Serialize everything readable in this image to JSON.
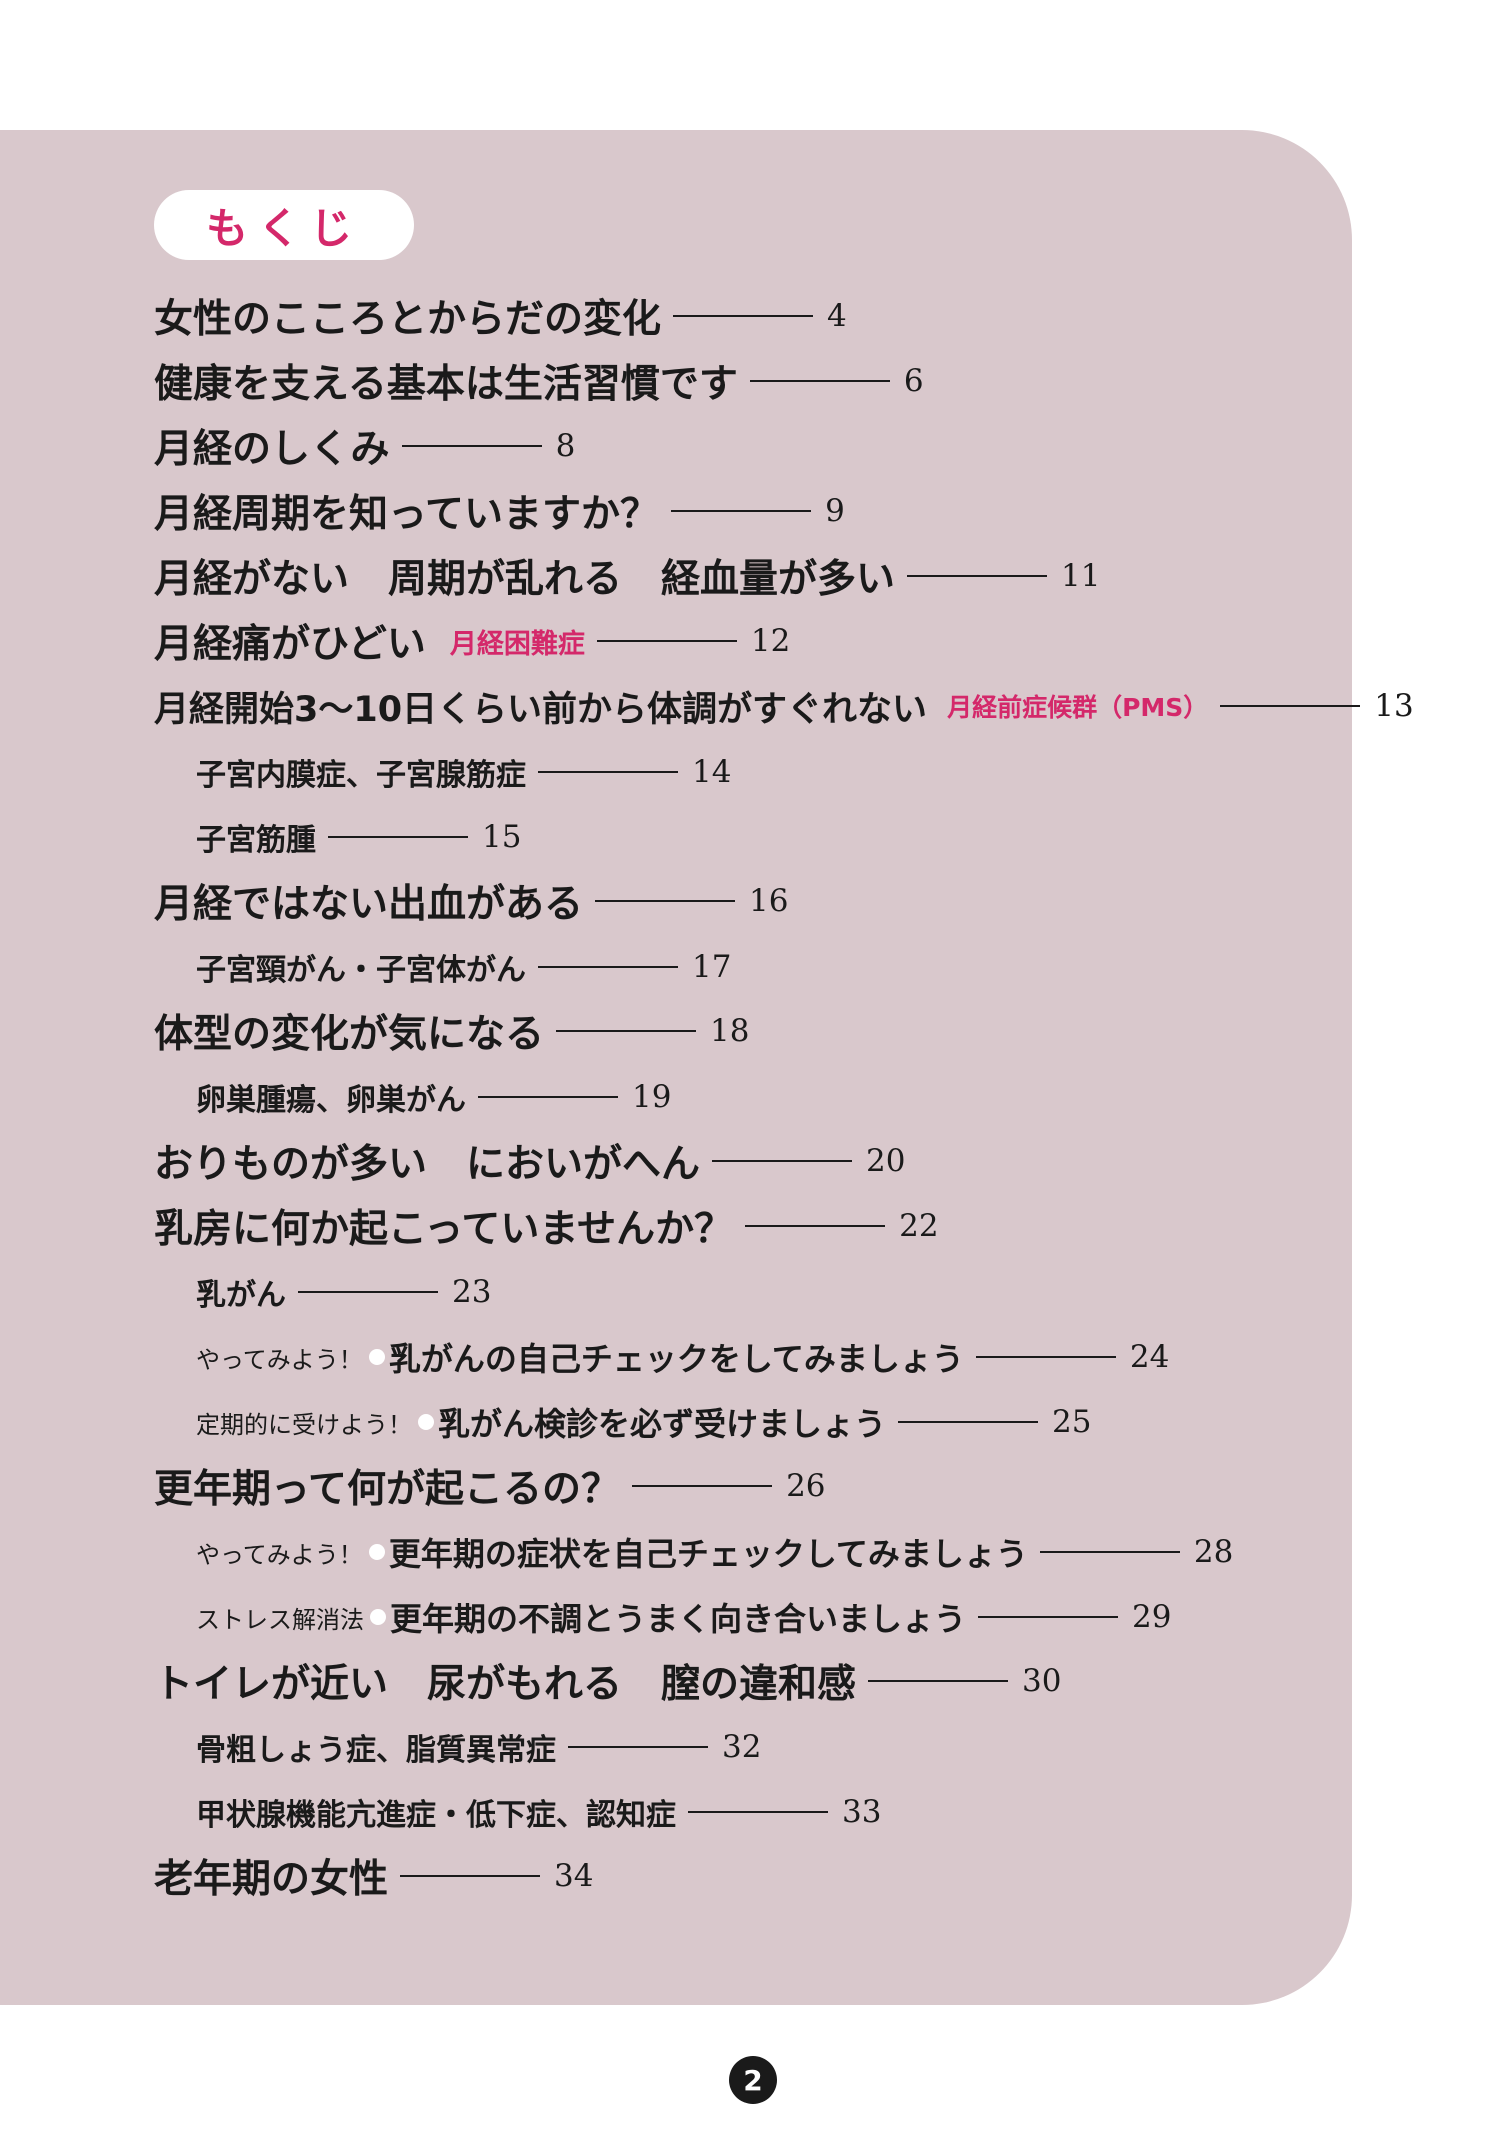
{
  "toc": {
    "title": "もくじ",
    "entries": [
      {
        "text": "女性のこころとからだの変化",
        "page": "4"
      },
      {
        "text": "健康を支える基本は生活習慣です",
        "page": "6"
      },
      {
        "text": "月経のしくみ",
        "page": "8"
      },
      {
        "text": "月経周期を知っていますか？",
        "page": "9"
      },
      {
        "text": "月経がない　周期が乱れる　経血量が多い",
        "page": "11"
      },
      {
        "text": "月経痛がひどい",
        "tag": "月経困難症",
        "page": "12"
      },
      {
        "text": "月経開始3〜10日くらい前から体調がすぐれない",
        "tag": "月経前症候群（PMS）",
        "page": "13"
      },
      {
        "text": "子宮内膜症、子宮腺筋症",
        "page": "14"
      },
      {
        "text": "子宮筋腫",
        "page": "15"
      },
      {
        "text": "月経ではない出血がある",
        "page": "16"
      },
      {
        "text": "子宮頸がん・子宮体がん",
        "page": "17"
      },
      {
        "text": "体型の変化が気になる",
        "page": "18"
      },
      {
        "text": "卵巣腫瘍、卵巣がん",
        "page": "19"
      },
      {
        "text": "おりものが多い　においがへん",
        "page": "20"
      },
      {
        "text": "乳房に何か起こっていませんか？",
        "page": "22"
      },
      {
        "text": "乳がん",
        "page": "23"
      },
      {
        "prefix": "やってみよう！",
        "text": "乳がんの自己チェックをしてみましょう",
        "page": "24"
      },
      {
        "prefix": "定期的に受けよう！",
        "text": "乳がん検診を必ず受けましょう",
        "page": "25"
      },
      {
        "text": "更年期って何が起こるの？",
        "page": "26"
      },
      {
        "prefix": "やってみよう！",
        "text": "更年期の症状を自己チェックしてみましょう",
        "page": "28"
      },
      {
        "prefix": "ストレス解消法",
        "text": "更年期の不調とうまく向き合いましょう",
        "page": "29"
      },
      {
        "text": "トイレが近い　尿がもれる　膣の違和感",
        "page": "30"
      },
      {
        "text": "骨粗しょう症、脂質異常症",
        "page": "32"
      },
      {
        "text": "甲状腺機能亢進症・低下症、認知症",
        "page": "33"
      },
      {
        "text": "老年期の女性",
        "page": "34"
      }
    ]
  },
  "page_number": "2",
  "colors": {
    "panel": "#d9c8cc",
    "accent": "#d4286a",
    "text": "#1a1a1a"
  }
}
